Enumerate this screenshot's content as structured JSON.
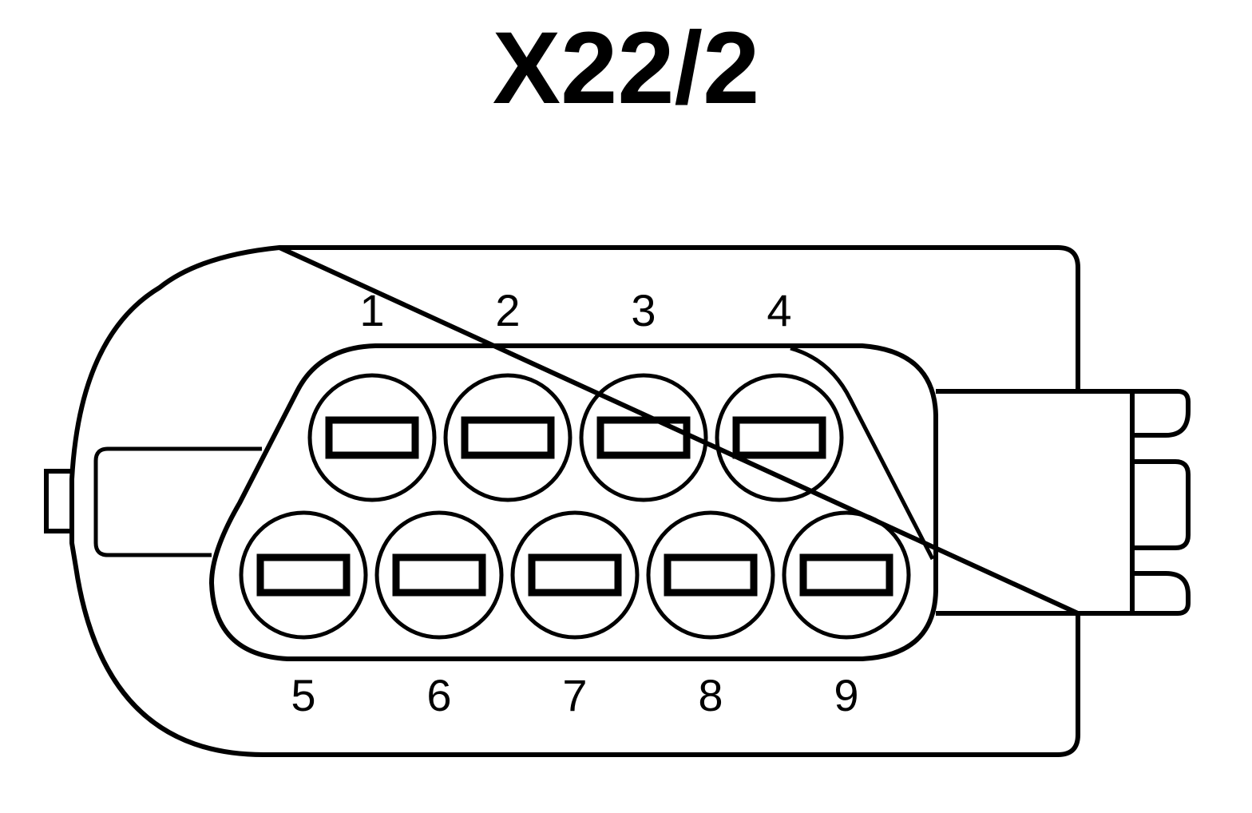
{
  "title": "X22/2",
  "pins": {
    "top": [
      "1",
      "2",
      "3",
      "4"
    ],
    "bottom": [
      "5",
      "6",
      "7",
      "8",
      "9"
    ]
  },
  "colors": {
    "line": "#000000",
    "background": "#ffffff"
  }
}
